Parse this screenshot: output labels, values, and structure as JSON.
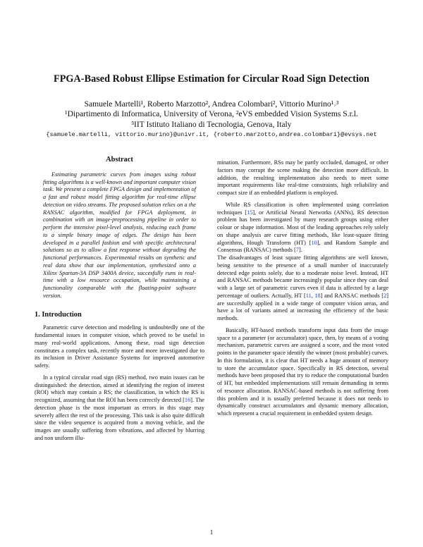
{
  "paper": {
    "title": "FPGA-Based Robust Ellipse Estimation for Circular Road Sign Detection",
    "authors_line": "Samuele Martelli¹, Roberto Marzotto², Andrea Colombari², Vittorio Murino¹˒³",
    "affil1": "¹Dipartimento di Informatica, University of Verona, ²eVS embedded Vision Systems S.r.l.",
    "affil2": "³IIT Istituto Italiano di Tecnologia, Genova, Italy",
    "emails": "{samuele.martelli, vittorio.murino}@univr.it, {roberto.marzotto,andrea.colombari}@evsys.net",
    "abstract_heading": "Abstract",
    "abstract": "Estimating parametric curves from images using robust fitting algorithms is a well-known and important computer vision task. We present a complete FPGA design and implementation of a fast and robust model fitting algorithm for real-time ellipse detection on video streams. The proposed solution relies on a the RANSAC algorithm, modified for FPGA deployment, in combination with an image-preprocessing pipeline in order to perform the intensive pixel-level analysis, reducing each frame to a simple binary image of edges. The design has been developed in a parallel fashion and with specific architectural solutions so as to allow a fast response without degrading the functional performances. Experimental results on synthetic and real data show that our implementation, synthesized onto a Xilinx Spartan-3A DSP 3400A device, succesfully runs in real-time with a low resource occupation, while maintaining a functionality comparable with the floating-point software version.",
    "sec1_heading": "1. Introduction",
    "intro_p1": "Parametric curve detection and modeling is undoubtedly one of the fundamental issues in computer vision, which proved to be useful in many real-world applications. Among these, road sign detection constitutes a complex task, recently more and more investigated due to its inclusion in Driver Assistance Systems for improved automotive safety.",
    "intro_p2a": "In a typical circular road sign (RS) method, two main issues can be distinguished: the detection, aimed at identifying the region of interest (ROI) which may contain a RS; the classification, in which the RS is recognized, assuming that the ROI has been correctly detected [",
    "cite16": "16",
    "intro_p2b": "]. The detection phase is the most important as errors in this stage may severely affect the rest of the processing. This task is also quite difficult since the video sequence is acquired from a moving vehicle, and the images are usually suffering from vibrations, and affected by blurring and non uniform illu-",
    "right_p0": "mination. Furthermore, RSs may be partly occluded, damaged, or other factors may corrupt the scene making the detection more difficult. In addition, the resulting implementation also needs to meet some important requirements like real-time constraints, high reliability and compact size if an embedded platform is employed.",
    "right_p1a": "While RS classification is often implemented using correlation techniques [",
    "cite15": "15",
    "right_p1b": "], or Artificial Neural Networks (ANNs), RS detection problem has been investigated by many research groups using either colour or shape information. Most of the leading approaches rely solely on shape analysis are curve fitting methods, like least-square fitting algorithms, Hough Transform (HT) [",
    "cite10": "10",
    "right_p1c": "], and Random Sample and Consensus (RANSAC) methods [",
    "cite7": "7",
    "right_p1d": "].",
    "right_p2a": "The disadvantages of least square fitting algorithms are well known, being sensitive to the presence of a small number of inaccurately detected edge points solely, due to a moderate noise level. Instead, HT and RANSAC methods became increasingly popular since they can deal with a large set of parametric curves even if data is affected by a large percentage of outliers. Actually, HT [",
    "cite11": "11",
    "cite18": "18",
    "right_p2b": "] and RANSAC methods [",
    "cite2": "2",
    "right_p2c": "] are succesfully applied in a wide range of computer vision areas, and have a lot of variants aimed at increasing the efficiency of the basic methods.",
    "right_p3": "Basically, HT-based methods transform input data from the image space to a parameter (or accumulator) space, then, by means of a voting mechanism, parametric curves are assigned a score, and the most voted points in the parameter space identify the winner (most probable) curves. In this formulation, it is clear that HT needs a huge amount of memory to store the accumulator space. Specifically in RS detection, several methods have been proposed that try to reduce the computational burden of HT, but embedded implementations still remain demanding in terms of resource allocation. RANSAC-based methods is not suffering from this problem and it is usually preferred because it does not needs to dynamically construct accumulators and dynamic memory allocation, which represent a crucial requirement in embedded system design.",
    "page_number": "1"
  }
}
